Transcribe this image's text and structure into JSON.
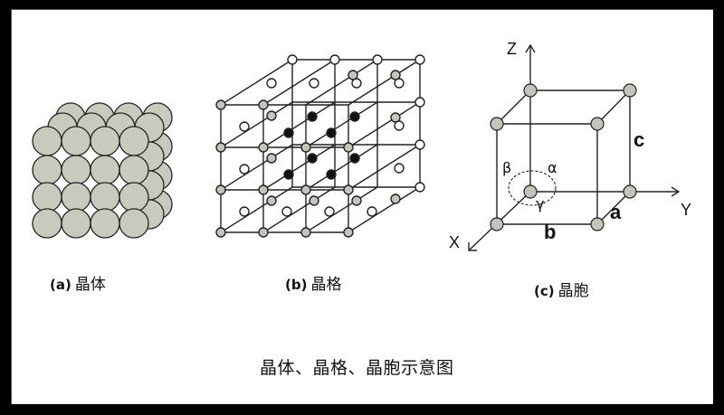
{
  "figure": {
    "title": "晶体、晶格、晶胞示意图",
    "panels": [
      {
        "id": "a",
        "tag": "(a)",
        "label": "晶体",
        "description": "close-packed spheres stacked 4x4 with depth layers"
      },
      {
        "id": "b",
        "tag": "(b)",
        "label": "晶格",
        "description": "3D cubic lattice of nodes: white, gray and black atoms connected by lines"
      },
      {
        "id": "c",
        "tag": "(c)",
        "label": "晶胞",
        "description": "unit cell parallelepiped with axes and lattice parameters"
      }
    ],
    "unit_cell": {
      "axes": {
        "x": "X",
        "y": "Y",
        "z": "Z"
      },
      "edges": {
        "a": "a",
        "b": "b",
        "c": "c"
      },
      "angles": {
        "alpha": "α",
        "beta": "β",
        "gamma": "γ"
      }
    },
    "colors": {
      "frame": "#000000",
      "background": "#ffffff",
      "sphere_fill": "#c9c9bd",
      "gray_atom": "#c4c4bc",
      "black_atom": "#111111",
      "line": "#222222"
    }
  }
}
